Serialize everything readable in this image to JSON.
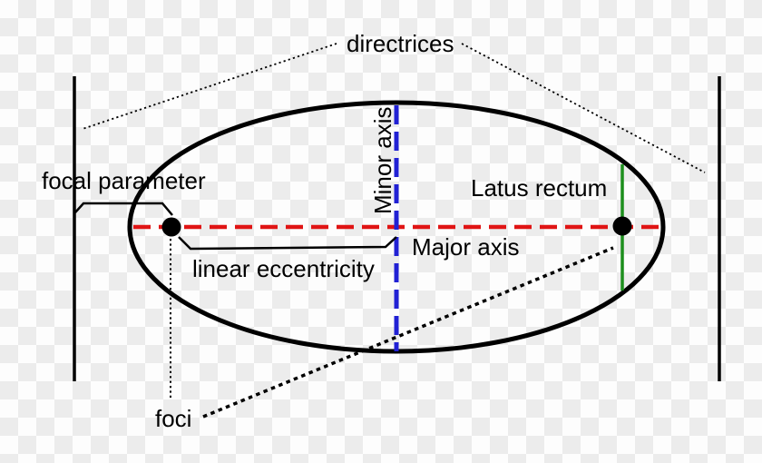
{
  "diagram": {
    "type": "ellipse-anatomy",
    "labels": {
      "directrices": "directrices",
      "focal_parameter": "focal parameter",
      "linear_eccentricity": "linear eccentricity",
      "minor_axis": "Minor axis",
      "major_axis": "Major axis",
      "latus_rectum": "Latus rectum",
      "foci": "foci"
    },
    "colors": {
      "major_axis": "#e01414",
      "minor_axis": "#2121d4",
      "latus_rectum": "#1d8f1d",
      "curve": "#000000",
      "checker_light": "#fdfdfd",
      "checker_dark": "#ececec"
    }
  }
}
